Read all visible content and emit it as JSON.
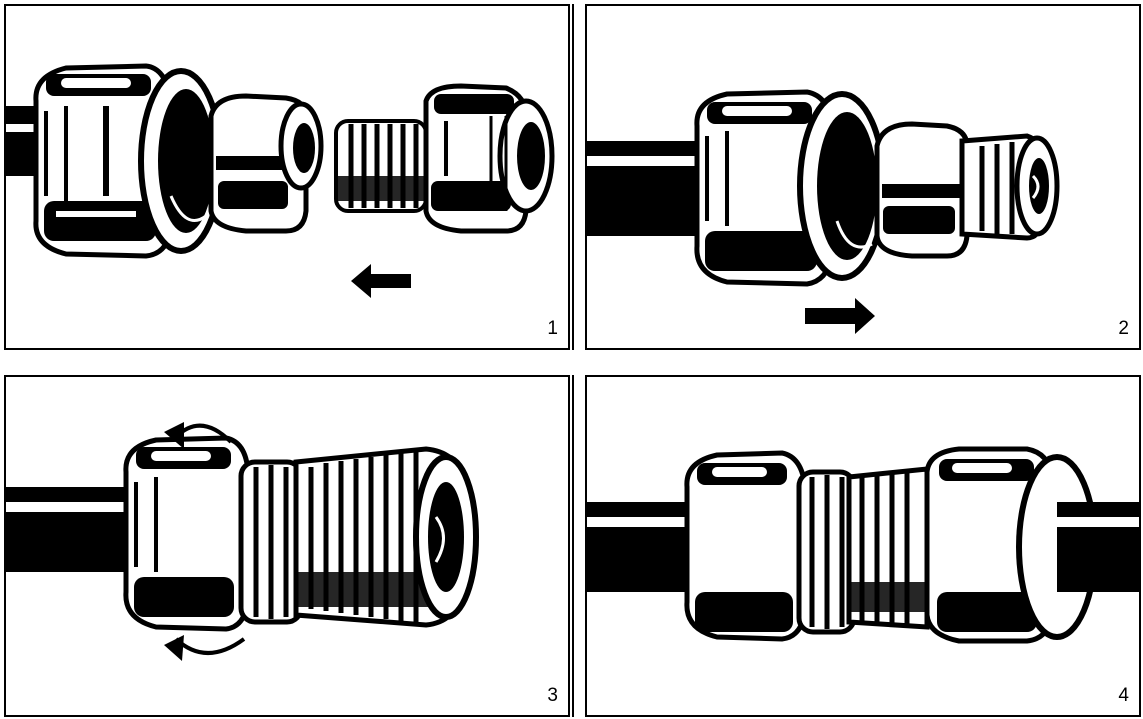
{
  "panels": [
    {
      "step_label": "1",
      "direction": "left"
    },
    {
      "step_label": "2",
      "direction": "right"
    },
    {
      "step_label": "3",
      "direction": "rotate"
    },
    {
      "step_label": "4",
      "direction": "none"
    }
  ],
  "colors": {
    "ink": "#000000",
    "paper": "#ffffff"
  }
}
